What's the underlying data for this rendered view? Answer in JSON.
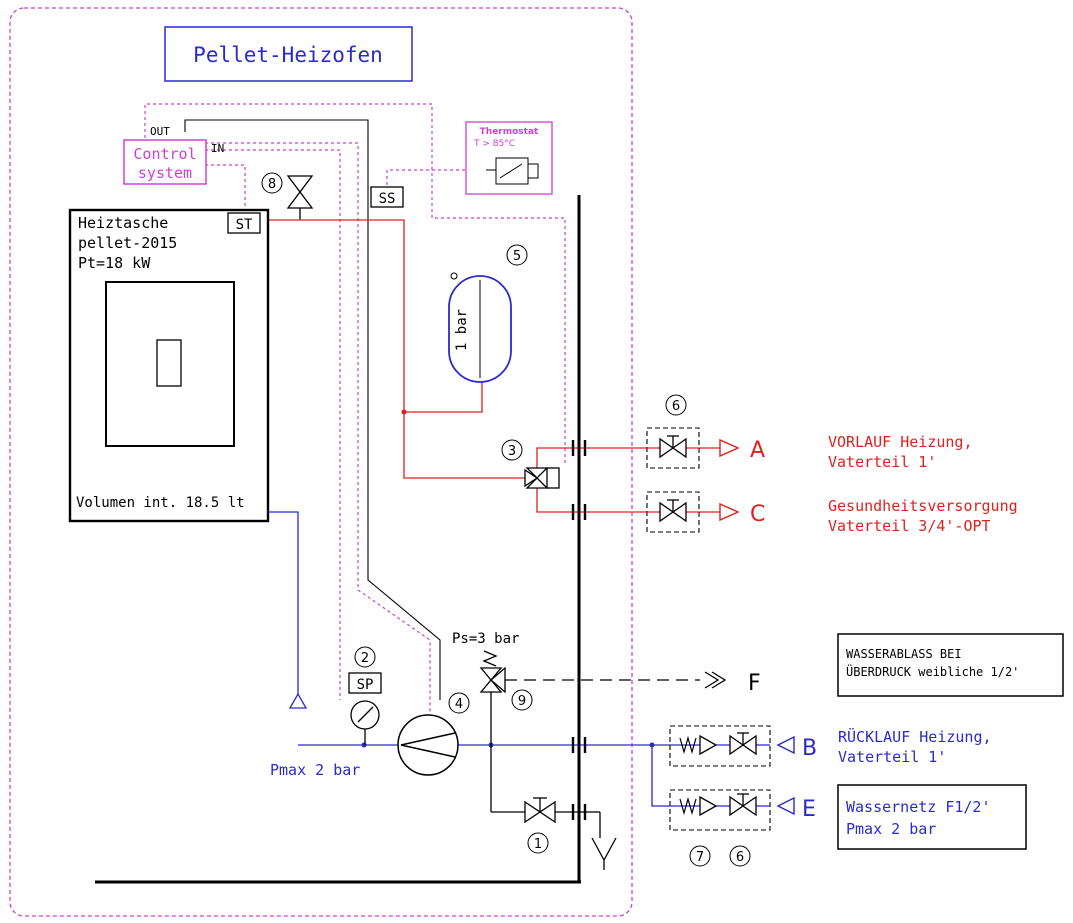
{
  "title": "Pellet-Heizofen",
  "control": {
    "line1": "Control",
    "line2": "system",
    "out": "OUT",
    "in": "IN"
  },
  "thermostat": {
    "line1": "Thermostat",
    "line2": "T > 85°C"
  },
  "sensors": {
    "ss": "SS",
    "st": "ST",
    "sp": "SP"
  },
  "boiler": {
    "line1": "Heiztasche",
    "line2": "pellet-2015",
    "line3": "Pt=18 kW",
    "volume": "Volumen int. 18.5 lt"
  },
  "tank": {
    "label": "1 bar"
  },
  "numbers": {
    "n1": "1",
    "n2": "2",
    "n3": "3",
    "n4": "4",
    "n5": "5",
    "n6a": "6",
    "n6b": "6",
    "n7": "7",
    "n8": "8",
    "n9": "9"
  },
  "relief": {
    "label": "Ps=3 bar"
  },
  "pmax": "Pmax 2 bar",
  "outlets": {
    "a": "A",
    "b": "B",
    "c": "C",
    "e": "E",
    "f": "F"
  },
  "vorlauf": {
    "line1": "VORLAUF Heizung,",
    "line2": "Vaterteil 1'"
  },
  "gesund": {
    "line1": "Gesundheitsversorgung",
    "line2": "Vaterteil 3/4'-OPT"
  },
  "wasserablass": {
    "line1": "WASSERABLASS BEI",
    "line2": "ÜBERDRUCK weibliche 1/2'"
  },
  "ruecklauf": {
    "line1": "RÜCKLAUF Heizung,",
    "line2": "Vaterteil 1'"
  },
  "wassernetz": {
    "line1": "Wassernetz F1/2'",
    "line2": "Pmax 2 bar"
  },
  "colors": {
    "supply": "#e02020",
    "return": "#2a2ad0",
    "control": "#d040d0",
    "frame": "#000000"
  }
}
